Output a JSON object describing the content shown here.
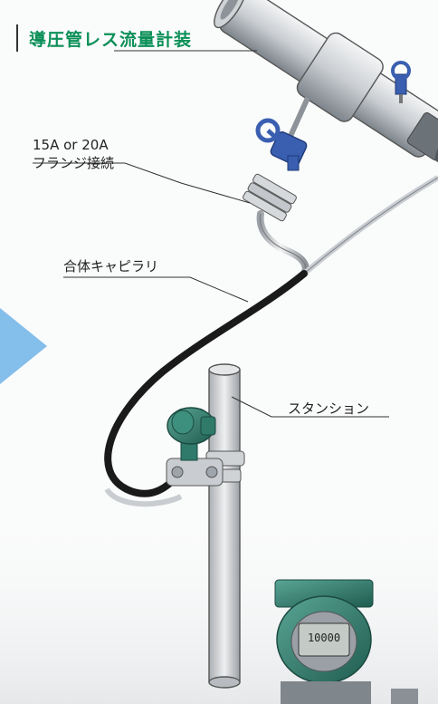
{
  "title": "導圧管レス流量計装",
  "labels": {
    "flange_line1": "15A or 20A",
    "flange_line2": "フランジ接続",
    "capillary": "合体キャピラリ",
    "stanchion": "スタンション"
  },
  "display_reading": "10000",
  "colors": {
    "title_green": "#0a8f57",
    "transmitter_green": "#2f7a6b",
    "valve_blue": "#3a5fb0",
    "arrow_blue": "#6fb3e8",
    "capillary_black": "#1a1a1a"
  }
}
